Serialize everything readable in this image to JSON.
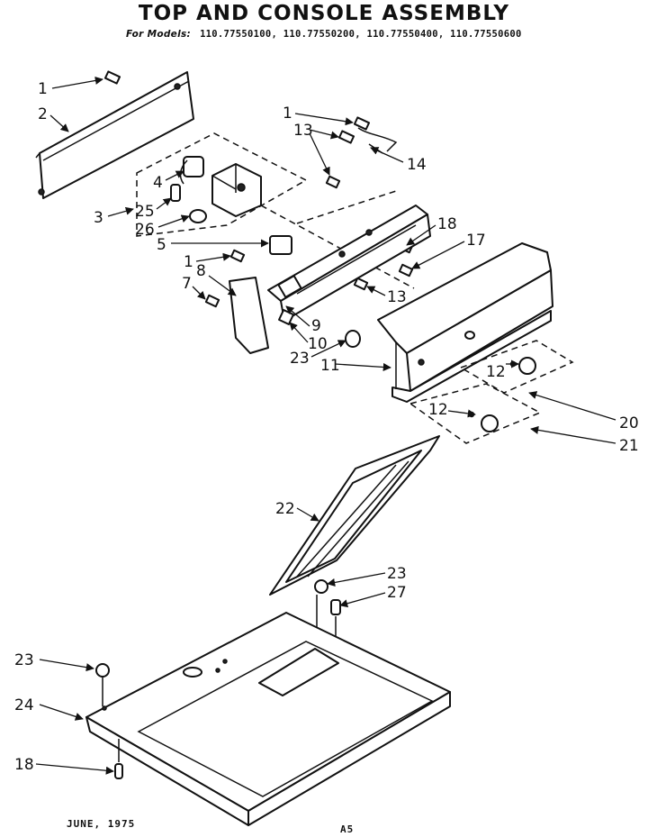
{
  "header": {
    "title": "TOP AND CONSOLE ASSEMBLY",
    "models_label": "For Models:",
    "models": "110.77550100, 110.77550200, 110.77550400, 110.77550600"
  },
  "footer": {
    "date": "JUNE, 1975",
    "page_code": "A5"
  },
  "callouts": [
    {
      "id": "c1a",
      "label": "1"
    },
    {
      "id": "c2",
      "label": "2"
    },
    {
      "id": "c1b",
      "label": "1"
    },
    {
      "id": "c13a",
      "label": "13"
    },
    {
      "id": "c14",
      "label": "14"
    },
    {
      "id": "c4",
      "label": "4"
    },
    {
      "id": "c3",
      "label": "3"
    },
    {
      "id": "c25",
      "label": "25"
    },
    {
      "id": "c26",
      "label": "26"
    },
    {
      "id": "c5",
      "label": "5"
    },
    {
      "id": "c18a",
      "label": "18"
    },
    {
      "id": "c17",
      "label": "17"
    },
    {
      "id": "c1c",
      "label": "1"
    },
    {
      "id": "c8",
      "label": "8"
    },
    {
      "id": "c7",
      "label": "7"
    },
    {
      "id": "c13b",
      "label": "13"
    },
    {
      "id": "c9",
      "label": "9"
    },
    {
      "id": "c10",
      "label": "10"
    },
    {
      "id": "c23a",
      "label": "23"
    },
    {
      "id": "c11",
      "label": "11"
    },
    {
      "id": "c12a",
      "label": "12"
    },
    {
      "id": "c12b",
      "label": "12"
    },
    {
      "id": "c20",
      "label": "20"
    },
    {
      "id": "c21",
      "label": "21"
    },
    {
      "id": "c22",
      "label": "22"
    },
    {
      "id": "c23b",
      "label": "23"
    },
    {
      "id": "c27",
      "label": "27"
    },
    {
      "id": "c23c",
      "label": "23"
    },
    {
      "id": "c24",
      "label": "24"
    },
    {
      "id": "c18b",
      "label": "18"
    }
  ]
}
